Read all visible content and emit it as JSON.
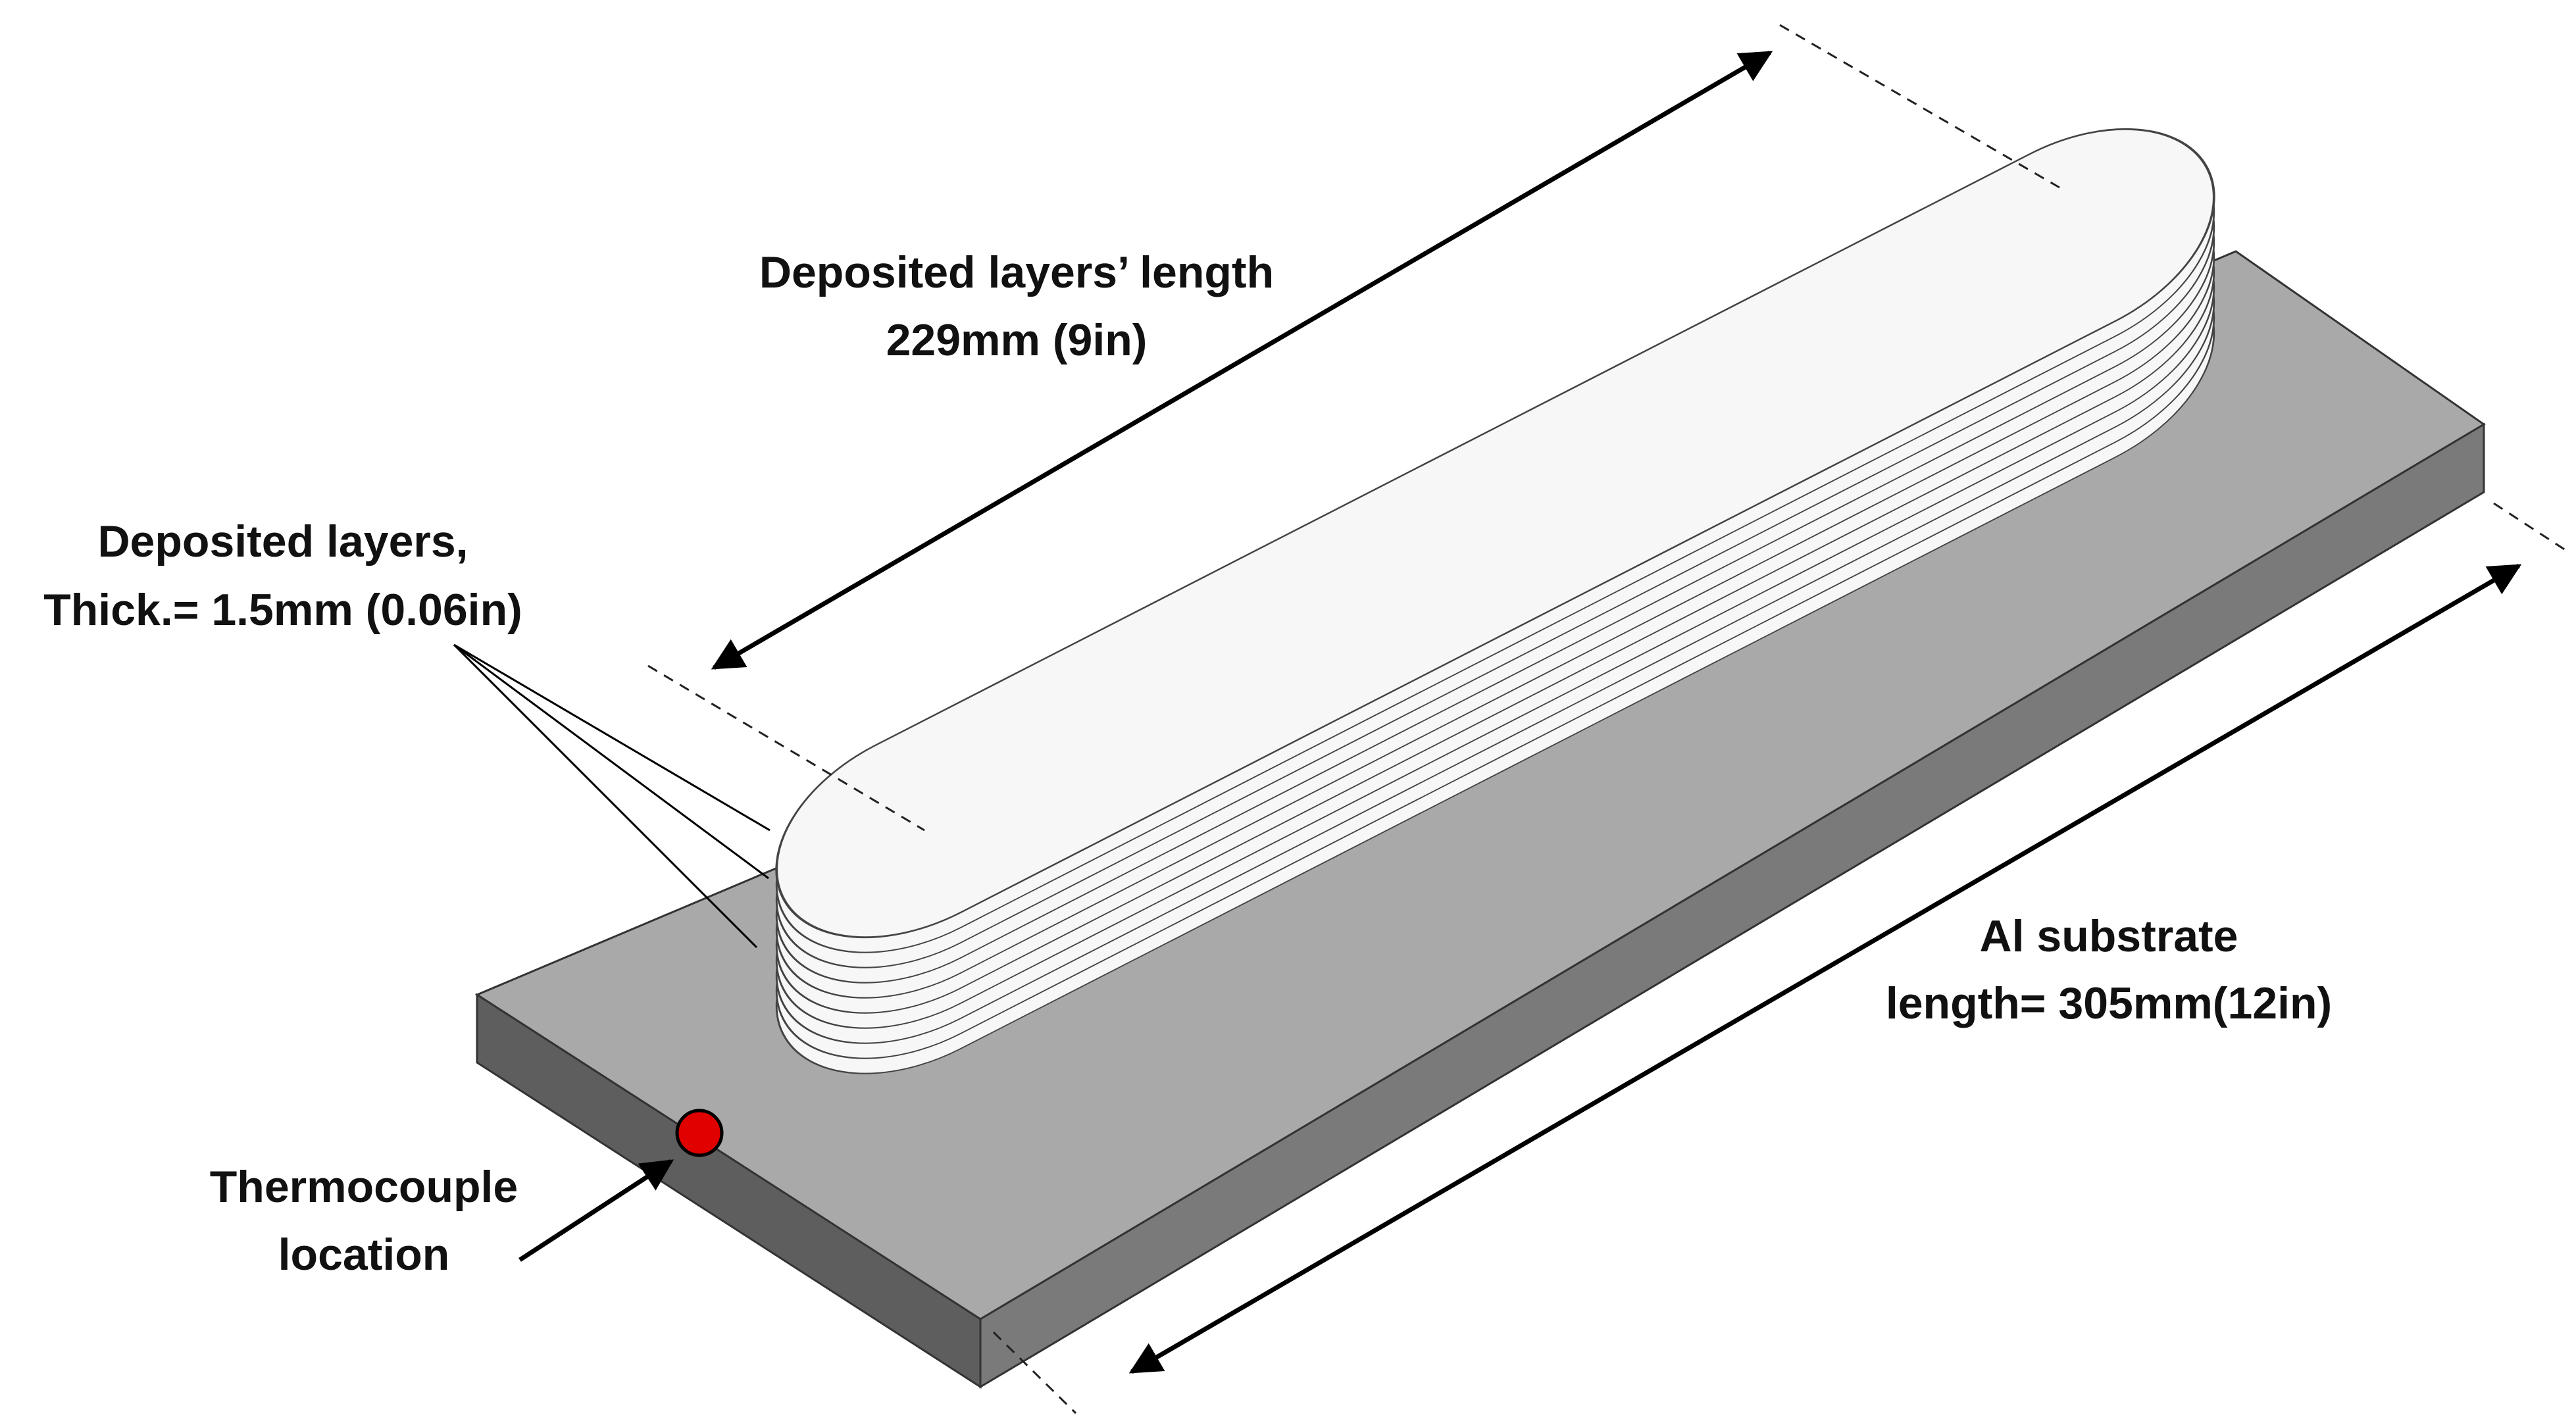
{
  "labels": {
    "deposited_length_line1": "Deposited layers’ length",
    "deposited_length_line2": "229mm (9in)",
    "deposited_layers_line1": "Deposited layers,",
    "deposited_layers_line2": "Thick.= 1.5mm (0.06in)",
    "substrate_line1": "Al substrate",
    "substrate_line2": "length= 305mm(12in)",
    "thermocouple_line1": "Thermocouple",
    "thermocouple_line2": "location"
  },
  "colors": {
    "substrate_top": "#a9a9a9",
    "substrate_front": "#5e5e5e",
    "substrate_side": "#7a7a7a",
    "layer_fill": "#f7f7f7",
    "layer_outline": "#444444",
    "thermocouple": "#e00000",
    "ink": "#000000"
  },
  "layer_count": 10
}
